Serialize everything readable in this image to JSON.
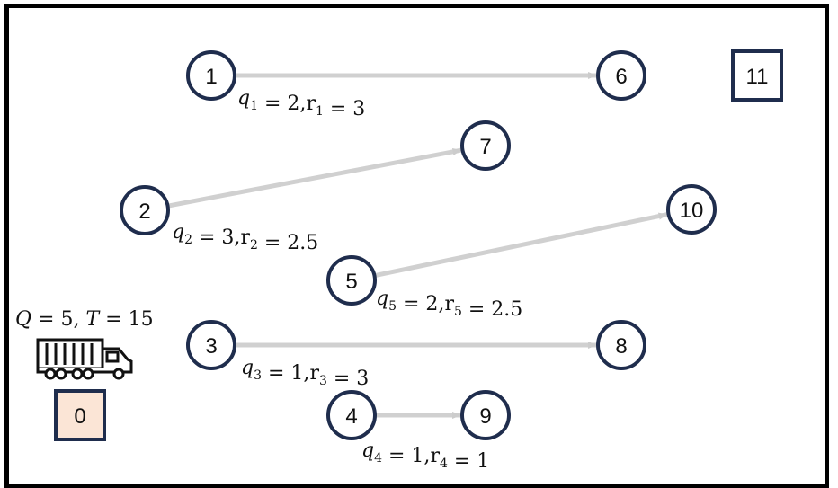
{
  "nodes": [
    {
      "id": "1",
      "shape": "circle"
    },
    {
      "id": "2",
      "shape": "circle"
    },
    {
      "id": "3",
      "shape": "circle"
    },
    {
      "id": "4",
      "shape": "circle"
    },
    {
      "id": "5",
      "shape": "circle"
    },
    {
      "id": "6",
      "shape": "circle"
    },
    {
      "id": "7",
      "shape": "circle"
    },
    {
      "id": "8",
      "shape": "circle"
    },
    {
      "id": "9",
      "shape": "circle"
    },
    {
      "id": "10",
      "shape": "circle"
    },
    {
      "id": "0",
      "shape": "square",
      "fill": "#fbe5d6"
    },
    {
      "id": "11",
      "shape": "square",
      "fill": "#ffffff"
    }
  ],
  "edges": [
    {
      "from": "1",
      "to": "6",
      "label": {
        "q": "q",
        "qi": "1",
        "qv": "2",
        "r": "r",
        "ri": "1",
        "rv": "3",
        "req": " = "
      }
    },
    {
      "from": "2",
      "to": "7",
      "label": {
        "q": "q",
        "qi": "2",
        "qv": "3",
        "r": "r",
        "ri": "2",
        "rv": "2.5",
        "req": " = "
      }
    },
    {
      "from": "5",
      "to": "10",
      "label": {
        "q": "q",
        "qi": "5",
        "qv": "2",
        "r": "r",
        "ri": "5",
        "rv": "2.5",
        "req": " ="
      }
    },
    {
      "from": "3",
      "to": "8",
      "label": {
        "q": "q",
        "qi": "3",
        "qv": "1",
        "r": "r",
        "ri": "3",
        "rv": "3",
        "req": " ="
      }
    },
    {
      "from": "4",
      "to": "9",
      "label": {
        "q": "q",
        "qi": "4",
        "qv": "1",
        "r": "r",
        "ri": "4",
        "rv": "1",
        "req": " = "
      }
    }
  ],
  "vehicle": {
    "icon": "truck-icon",
    "capacity_symbol": "Q",
    "capacity_value": "5",
    "time_symbol": "T",
    "time_value": "15"
  },
  "colors": {
    "node_border": "#1f2d4d",
    "arrow": "#d0d0d0",
    "depot_fill": "#fbe5d6"
  }
}
